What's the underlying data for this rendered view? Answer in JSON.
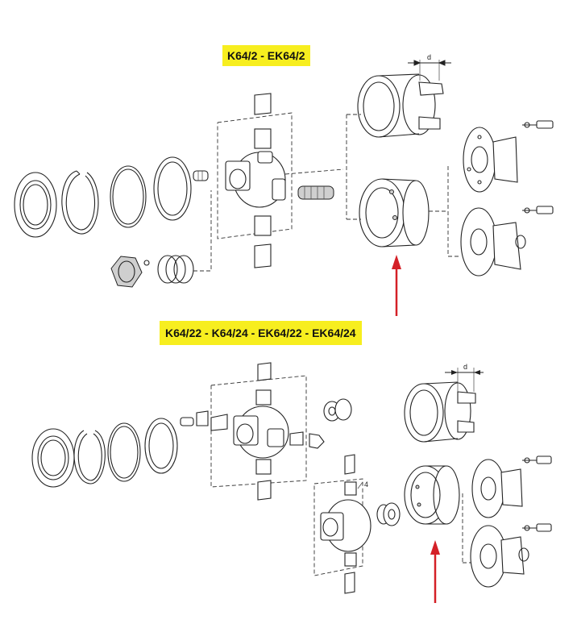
{
  "labels": {
    "top_model": "K64/2 - EK64/2",
    "bottom_model": "K64/22 - K64/24 - EK64/22 - EK64/24"
  },
  "dimension_letter": "d",
  "callout_number": "4",
  "colors": {
    "label_background": "#f7ee1f",
    "arrow": "#d42027",
    "line": "#222222"
  }
}
